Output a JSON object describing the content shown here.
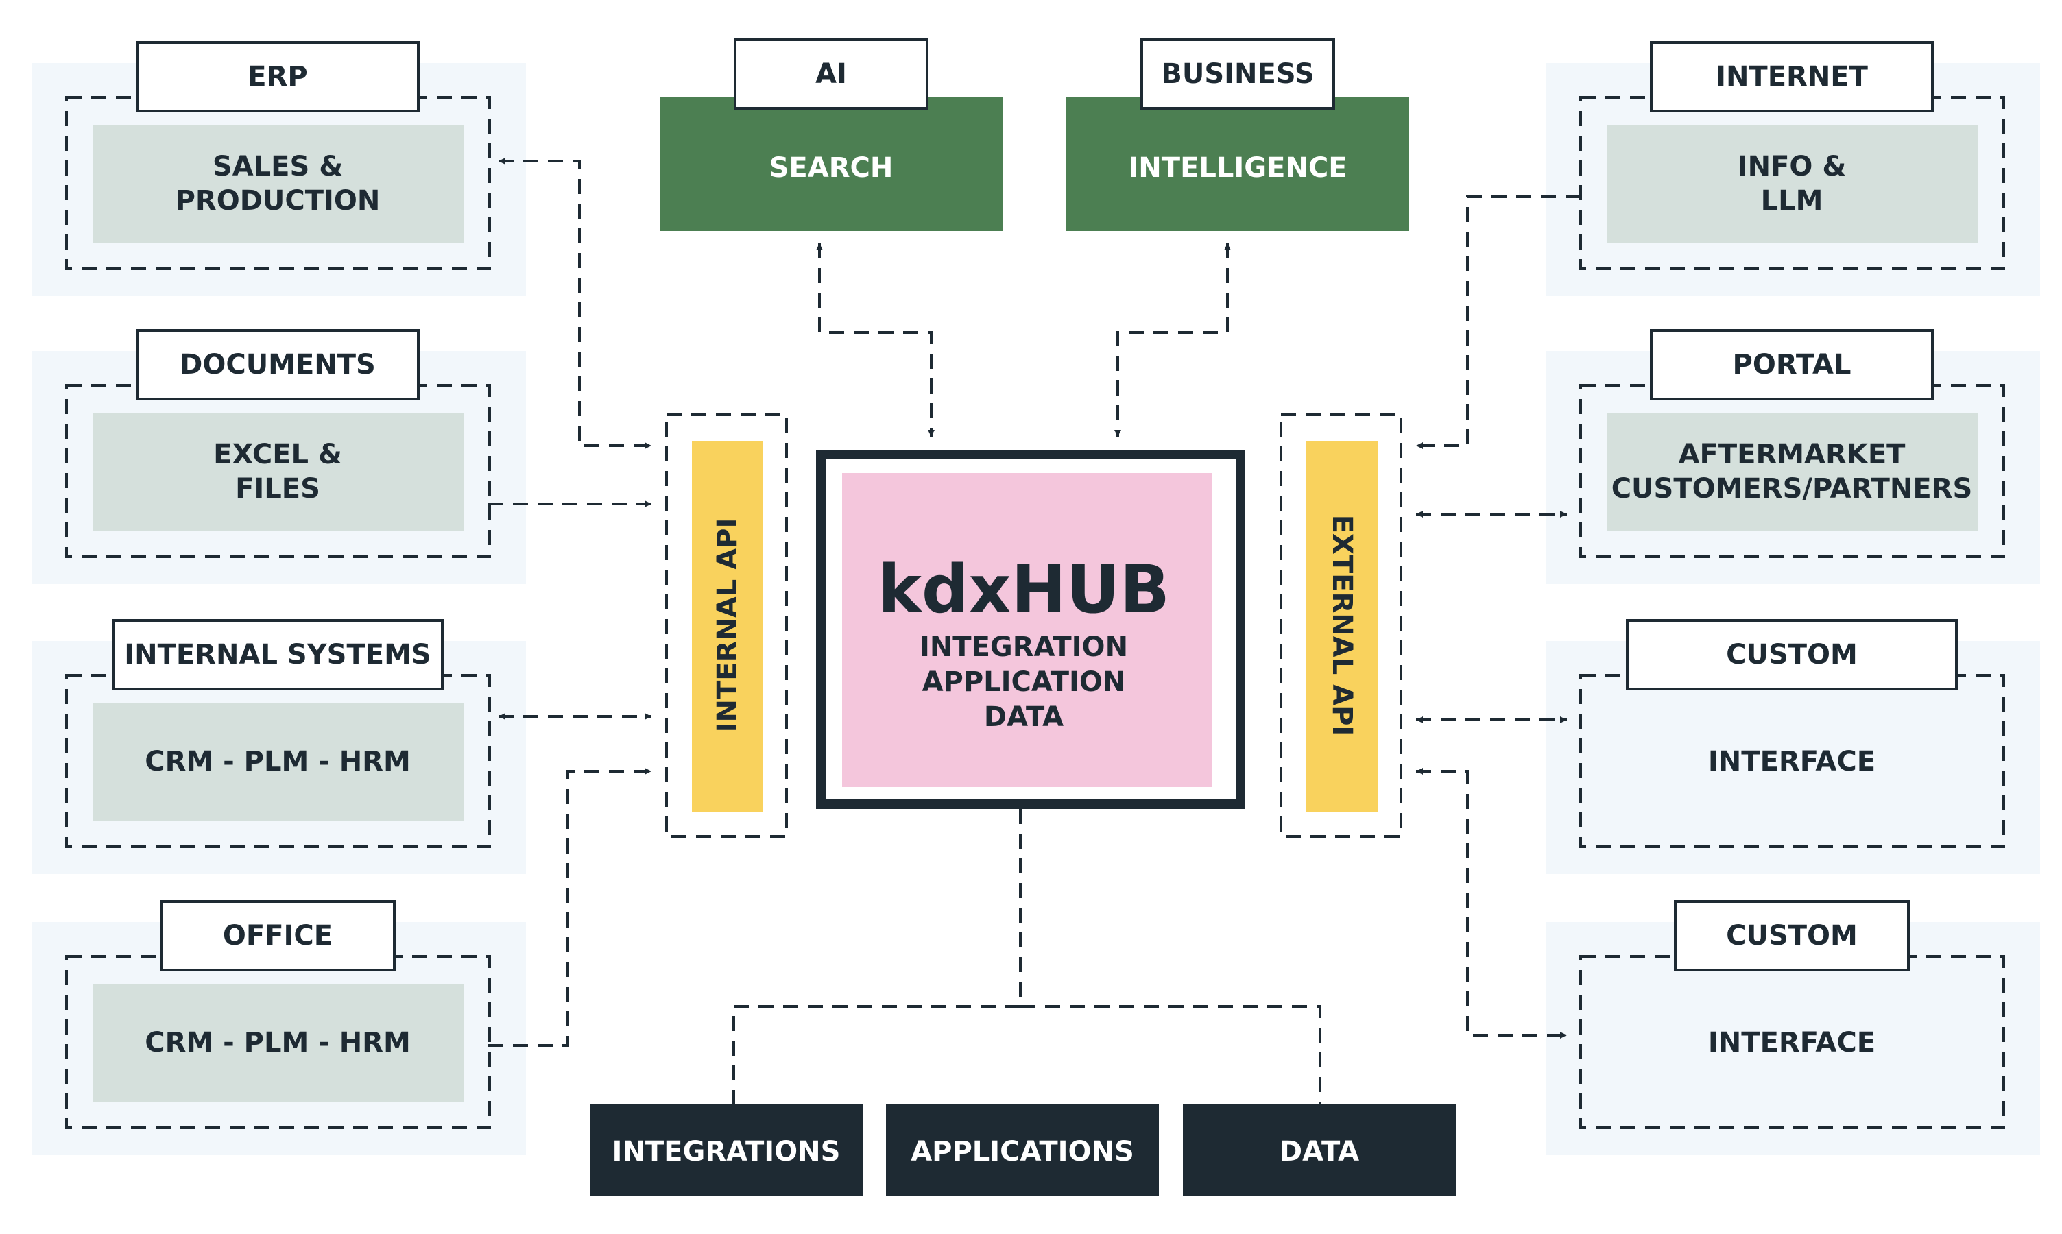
{
  "colors": {
    "ink": "#1e2a33",
    "panel_bg": "#f2f7fb",
    "module_fill": "#d5e0dc",
    "green": "#4c7f52",
    "yellow": "#f9d25d",
    "pink": "#f4c6dc",
    "dark": "#1e2a33"
  },
  "left_groups": [
    {
      "tab": "ERP",
      "body": [
        "SALES &",
        "PRODUCTION"
      ]
    },
    {
      "tab": "DOCUMENTS",
      "body": [
        "EXCEL &",
        "FILES"
      ]
    },
    {
      "tab": "INTERNAL SYSTEMS",
      "body": [
        "CRM - PLM - HRM"
      ]
    },
    {
      "tab": "OFFICE",
      "body": [
        "CRM - PLM - HRM"
      ]
    }
  ],
  "right_groups": [
    {
      "tab": "INTERNET",
      "body": [
        "INFO &",
        "LLM"
      ]
    },
    {
      "tab": "PORTAL",
      "body": [
        "AFTERMARKET",
        "CUSTOMERS/PARTNERS"
      ]
    },
    {
      "tab": "CUSTOM",
      "body": [
        "INTERFACE"
      ]
    },
    {
      "tab": "CUSTOM",
      "body": [
        "INTERFACE"
      ]
    }
  ],
  "top_boxes": [
    {
      "tab": "AI",
      "body": "SEARCH"
    },
    {
      "tab": "BUSINESS",
      "body": "INTELLIGENCE"
    }
  ],
  "internal_api": "INTERNAL API",
  "external_api": "EXTERNAL API",
  "hub": {
    "title": "kdxHUB",
    "lines": [
      "INTEGRATION",
      "APPLICATION",
      "DATA"
    ]
  },
  "bottom_boxes": [
    "INTEGRATIONS",
    "APPLICATIONS",
    "DATA"
  ]
}
